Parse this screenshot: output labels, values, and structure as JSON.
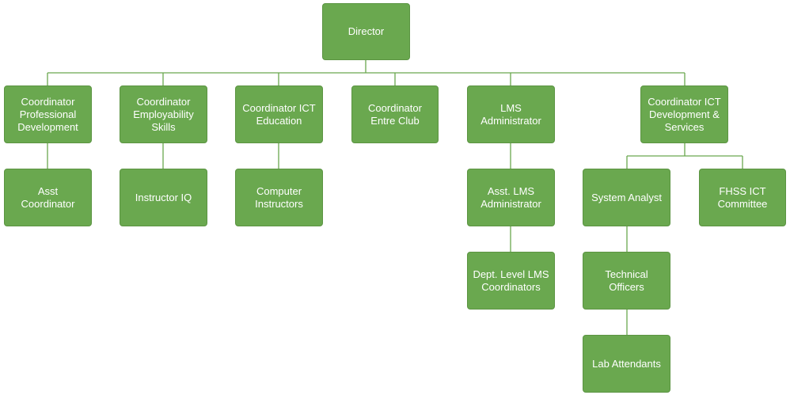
{
  "colors": {
    "box_fill": "#6aa84f",
    "box_border": "#5b9442",
    "box_text": "#ffffff",
    "connector": "#6aa84f"
  },
  "nodes": {
    "director": "Director",
    "coord_prof_dev": "Coordinator\nProfessional\nDevelopment",
    "asst_coordinator": "Asst\nCoordinator",
    "coord_employability": "Coordinator\nEmployability\nSkills",
    "instructor_iq": "Instructor IQ",
    "coord_ict_education": "Coordinator ICT\nEducation",
    "computer_instructors": "Computer\nInstructors",
    "coord_entre_club": "Coordinator\nEntre Club",
    "lms_admin": "LMS\nAdministrator",
    "asst_lms_admin": "Asst. LMS\nAdministrator",
    "dept_lms_coordinators": "Dept. Level LMS\nCoordinators",
    "coord_ict_dev_services": "Coordinator ICT\nDevelopment &\nServices",
    "system_analyst": "System Analyst",
    "technical_officers": "Technical\nOfficers",
    "lab_attendants": "Lab Attendants",
    "fhss_ict_committee": "FHSS ICT\nCommittee"
  }
}
